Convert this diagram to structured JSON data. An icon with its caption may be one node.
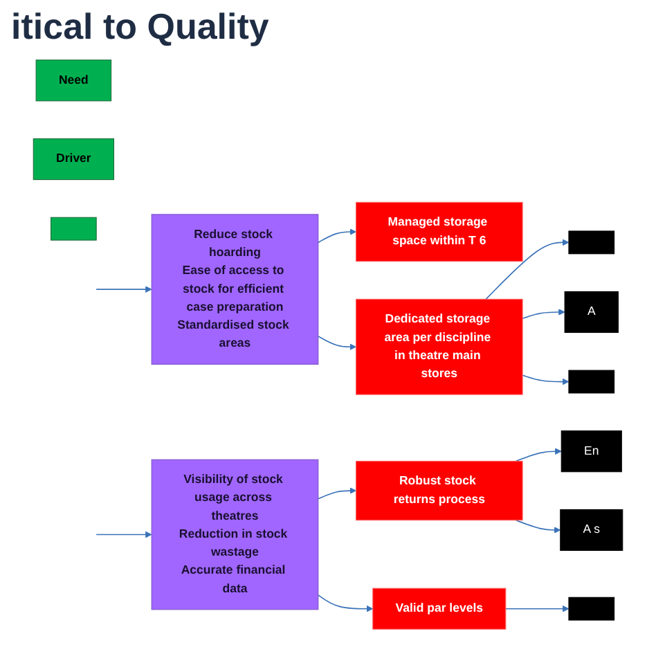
{
  "diagram": {
    "title": "itical to Quality",
    "nodes": [
      {
        "text": [
          "Need"
        ]
      },
      {
        "text": [
          "Driver"
        ]
      },
      {
        "text": [],
        "shape": "box"
      },
      {
        "text": [
          "Reduce stock hoarding",
          "Ease of access to stock for efficient case preparation",
          "Standardised stock areas"
        ]
      },
      {
        "text": [
          "Visibility of stock usage across theatres",
          "Reduction in stock wastage",
          "Accurate financial data"
        ]
      },
      {
        "text": [
          "Managed storage space within T 6"
        ]
      },
      {
        "text": [
          "Dedicated storage area per discipline in theatre main stores"
        ]
      },
      {
        "text": [
          "Robust stock returns process"
        ]
      },
      {
        "text": [
          "Valid par levels"
        ]
      },
      {
        "text": [],
        "shape": "box"
      },
      {
        "text": [
          "A"
        ]
      },
      {
        "text": [],
        "shape": "box"
      },
      {
        "text": [
          "En"
        ]
      },
      {
        "text": [
          "A s"
        ]
      },
      {
        "text": [],
        "shape": "box"
      }
    ],
    "edges": [
      {
        "from": null,
        "to": 3,
        "arrow": "to"
      },
      {
        "from": null,
        "to": 4,
        "arrow": "to"
      },
      {
        "from": 3,
        "to": 5,
        "arrow": "to"
      },
      {
        "from": 3,
        "to": 6,
        "arrow": "to"
      },
      {
        "from": 4,
        "to": 7,
        "arrow": "to"
      },
      {
        "from": 4,
        "to": 8,
        "arrow": "to"
      },
      {
        "from": 6,
        "to": 9,
        "arrow": "to"
      },
      {
        "from": 6,
        "to": 10,
        "arrow": "to"
      },
      {
        "from": 6,
        "to": 11,
        "arrow": "to"
      },
      {
        "from": 7,
        "to": 12,
        "arrow": "to"
      },
      {
        "from": 7,
        "to": 13,
        "arrow": "to"
      },
      {
        "from": 8,
        "to": 14,
        "arrow": "to"
      }
    ]
  }
}
